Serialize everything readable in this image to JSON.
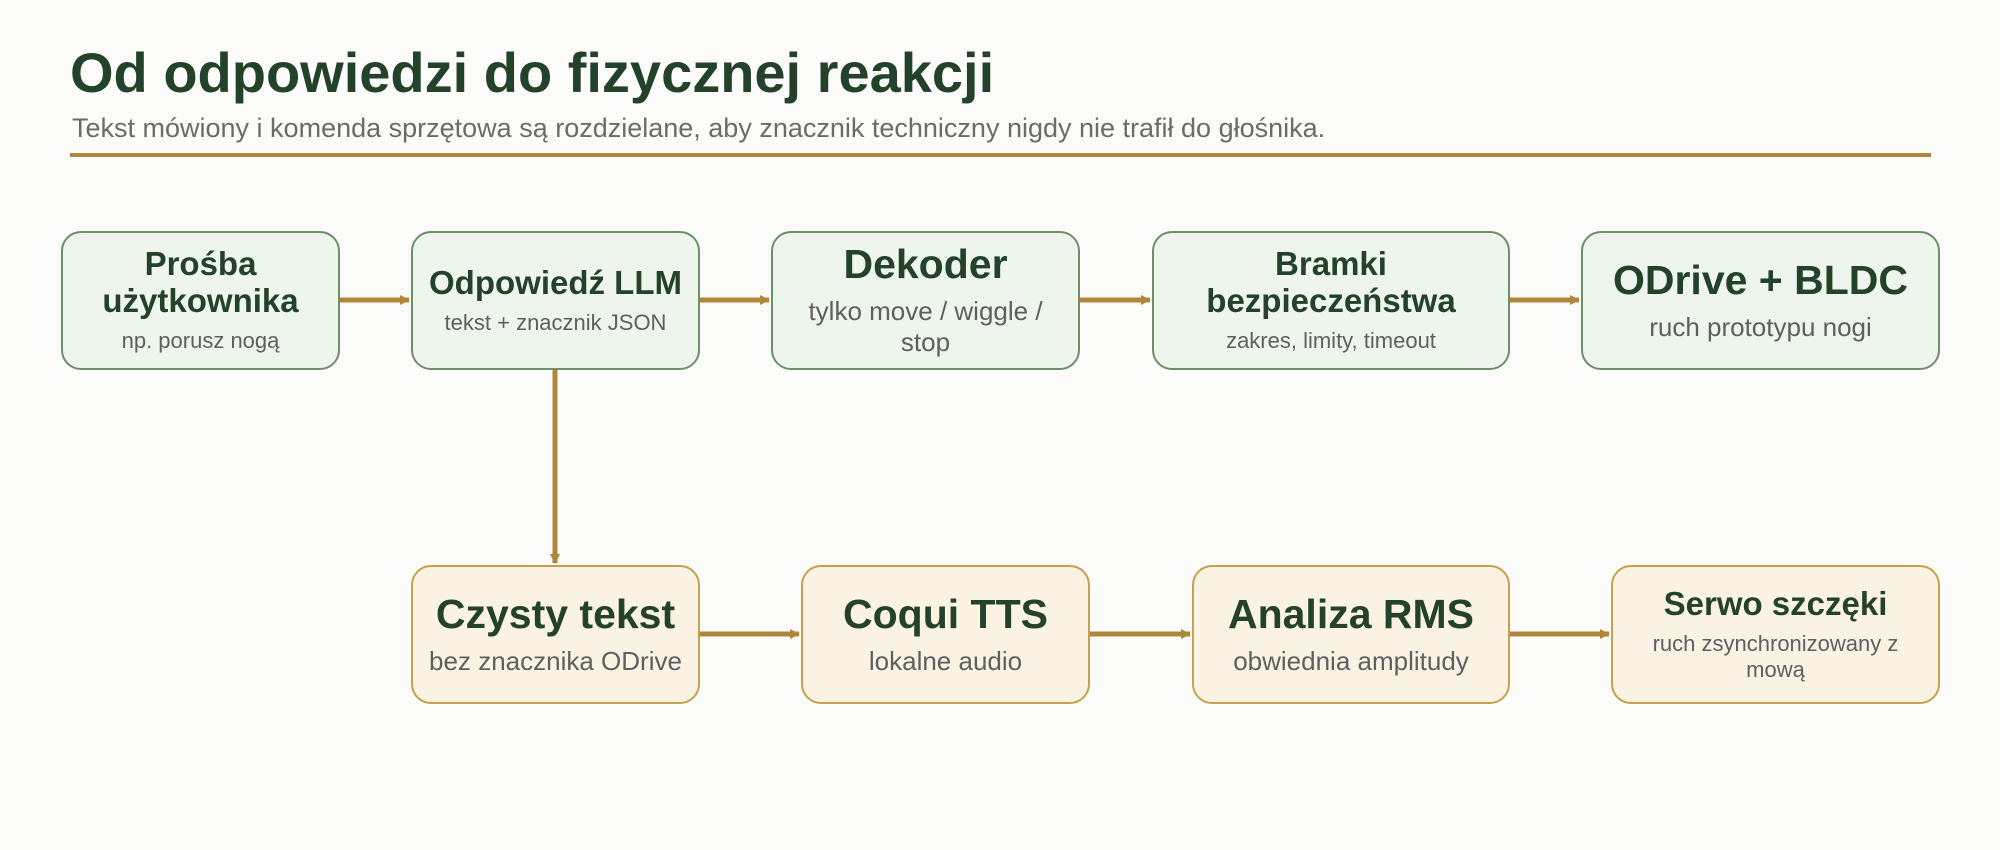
{
  "header": {
    "title": "Od odpowiedzi do fizycznej reakcji",
    "subtitle": "Tekst mówiony i komenda sprzętowa są rozdzielane, aby znacznik techniczny nigdy nie trafił do głośnika."
  },
  "colors": {
    "title": "#234229",
    "accent": "#b0873a",
    "green_fill": "#eef5ec",
    "green_border": "#6d9068",
    "gold_fill": "#faf3e4",
    "gold_border": "#c7a04f"
  },
  "nodes": [
    {
      "id": "user-request",
      "title": "Prośba użytkownika",
      "subtitle": "np. porusz nogą"
    },
    {
      "id": "llm-response",
      "title": "Odpowiedź LLM",
      "subtitle": "tekst + znacznik JSON"
    },
    {
      "id": "decoder",
      "title": "Dekoder",
      "subtitle": "tylko move / wiggle / stop"
    },
    {
      "id": "safety-gates",
      "title": "Bramki bezpieczeństwa",
      "subtitle": "zakres, limity, timeout"
    },
    {
      "id": "odrive-bldc",
      "title": "ODrive + BLDC",
      "subtitle": "ruch prototypu nogi"
    },
    {
      "id": "clean-text",
      "title": "Czysty tekst",
      "subtitle": "bez znacznika ODrive"
    },
    {
      "id": "coqui-tts",
      "title": "Coqui TTS",
      "subtitle": "lokalne audio"
    },
    {
      "id": "rms-analysis",
      "title": "Analiza RMS",
      "subtitle": "obwiednia amplitudy"
    },
    {
      "id": "jaw-servo",
      "title": "Serwo szczęki",
      "subtitle": "ruch zsynchronizowany z mową"
    }
  ],
  "edges": [
    {
      "from": "user-request",
      "to": "llm-response"
    },
    {
      "from": "llm-response",
      "to": "decoder"
    },
    {
      "from": "decoder",
      "to": "safety-gates"
    },
    {
      "from": "safety-gates",
      "to": "odrive-bldc"
    },
    {
      "from": "llm-response",
      "to": "clean-text"
    },
    {
      "from": "clean-text",
      "to": "coqui-tts"
    },
    {
      "from": "coqui-tts",
      "to": "rms-analysis"
    },
    {
      "from": "rms-analysis",
      "to": "jaw-servo"
    }
  ]
}
